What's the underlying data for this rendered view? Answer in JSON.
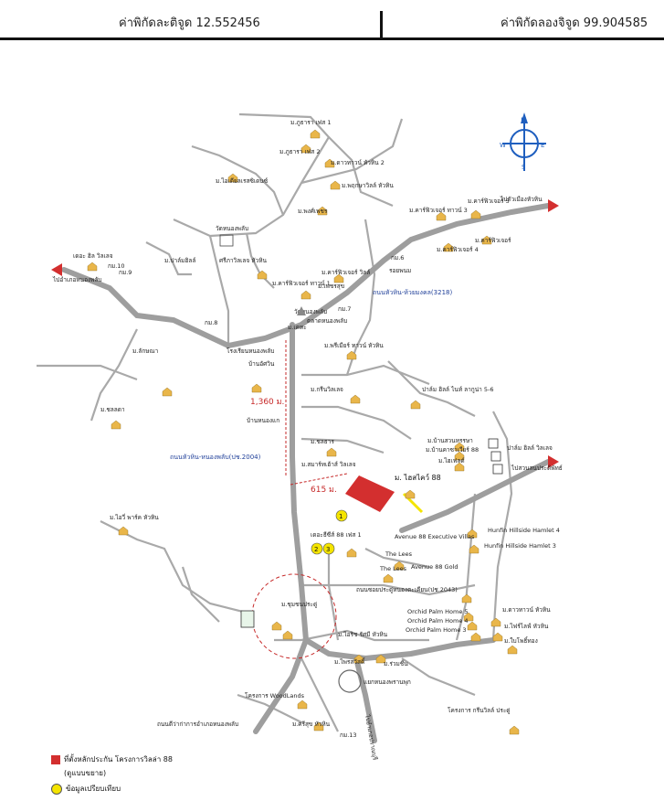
{
  "header": {
    "latitude": "ค่าพิกัดละติจูด 12.552456",
    "longitude": "ค่าพิกัดลองจิจูด 99.904585"
  },
  "compass": {
    "north": "N",
    "east": "E",
    "west": "W",
    "south": "S"
  },
  "map": {
    "roads": {
      "road_3218": "ถนนหัวหิน-ห้วยมงคล(3218)",
      "road_2004": "ถนนหัวหิน-หนองพลับ(ปช.2004)",
      "road_2043": "ถนนซอยประดู่หนองตะเคียน(ปช.2043)",
      "road_bottom": "ถนนตีว่าก่าการอำเภอหนองพลับ",
      "road_down": "ไปอำเภอปราณบุรี",
      "to_right_top": "ไปตัวเมืองหัวหิน",
      "to_left": "ไปอำเภอหนองพลับ",
      "to_right_mid": "ไปสวนสนประดิพัทธ์"
    },
    "distances": {
      "d1": "1,360 ม.",
      "d2": "615 ม."
    },
    "points": {
      "one": "1",
      "two": "2",
      "three": "3"
    },
    "places": {
      "subject": "ม. ไฮสไคว์ 88",
      "p1": "ม.ภูธารา เฟส 1",
      "p2": "ม.ภูธารา เฟส 2",
      "p3": "ม.ดาวทาวน์ หัวหิน 2",
      "p4": "ม.ไอเดียลเรสซิเดนซ์",
      "p5": "ม.พฤกษาวิลล์ หัวหิน",
      "p6": "ม.พงศ์เพชร",
      "p7": "ม.คาร์ฟิวเจอร์ ทาวน์ 3",
      "p8": "ม.คาร์ฟิวเจอร์ 4",
      "p9": "ม.คาร์ฟิวเจอร์",
      "p10": "ม.คาร์ฟิวเจอร์ 5",
      "p11": "เดอะ ฮิล วิลเลจ",
      "p12": "ศรีภาวิลเลจ หัวหิน",
      "p13": "ม.คาร์ฟิวเจอร์ ทาวน์ 1",
      "p14": "ม.คาร์ฟิวเจอร์ วิลล์",
      "p15": "โรงเรียนหนองพลับ",
      "p16": "ม.เพชรสุข",
      "p17": "ม.เคหะ",
      "p18": "ม.ลักษณา",
      "p19": "ม.ชลลดา",
      "p20": "ม.พรีเมียร์ ทาวน์ หัวหิน",
      "p21": "บ้านอัศวิน",
      "p22": "ม.กรีนวิลเลจ",
      "p23": "ม.สมาร์ทเฮ้าส์ วิลเลจ",
      "p24": "ปาล์ม ฮิลล์ ไนท์ ลากูน่า 5-6",
      "p25": "ม.บ้านสวนหรรษา",
      "p26": "ม.บ้านคาซาเวียร์ 88",
      "p27": "ม.ไฮเฟลด์",
      "p28": "ปาล์ม ฮิลล์ วิลเลจ",
      "p29": "ม.ไอวี่ พาร์ค หัวหิน",
      "p30": "เดอะธีซีส์ 88 เฟส 1",
      "p31": "Avenue 88 Executive Villas",
      "p32": "Hunfin Hillside Hamlet 4",
      "p33": "Hunfin Hillside Hamlet 3",
      "p34": "The Lees",
      "p35": "The Lees",
      "p36": "Avenue 88 Gold",
      "p37": "Orchid Palm Home 5",
      "p38": "Orchid Palm Home 4",
      "p39": "Orchid Palm Home 3",
      "p40": "ม.ดาวทาวน์ หัวหิน",
      "p41": "ม.ใบโพธิ์ทอง",
      "p42": "ม.ไฟร์ไลฟ์ หัวหิน",
      "p43": "ม.ชุมชนประดู่",
      "p44": "ม.ไอริช รัศมี หัวหิน",
      "p45": "ม.ไพรสวัสดิ์",
      "p46": "ม.ร่วมชื่น",
      "p47": "แยกหนองพรานพุก",
      "p48": "โครงการ WoodLands",
      "p49": "ม.ศรีสุข หัวหิน",
      "p50": "โครงการ กรีนวิลล์ ประดู่",
      "p51": "ม.ชลธาร",
      "p52": "ตลาดหนองพลับ",
      "p53": "บ้านหนองแก",
      "p54": "วัดหนองพลับ",
      "p55": "ม.ปาล์มฮิลล์"
    },
    "km_markers": {
      "k10": "กม.10",
      "k9": "กม.9",
      "k8": "กม.8",
      "k7": "กม.7",
      "k6": "กม.6",
      "k13": "กม.13"
    },
    "landmarks": {
      "temple": "วัดหนองพลับ",
      "junction": "รอยพนม"
    }
  },
  "legend": {
    "item1": "ที่ตั้งหลักประกัน โครงการวิลล่า 88",
    "item1b": "(ดูแบบขยาย)",
    "item2": "ข้อมูลเปรียบเทียบ"
  },
  "colors": {
    "road": "#9e9e9e",
    "subject": "#d32f2f",
    "marker": "#f4e400",
    "arrow": "#d32f2f",
    "route_blue": "#1f5fbf"
  }
}
